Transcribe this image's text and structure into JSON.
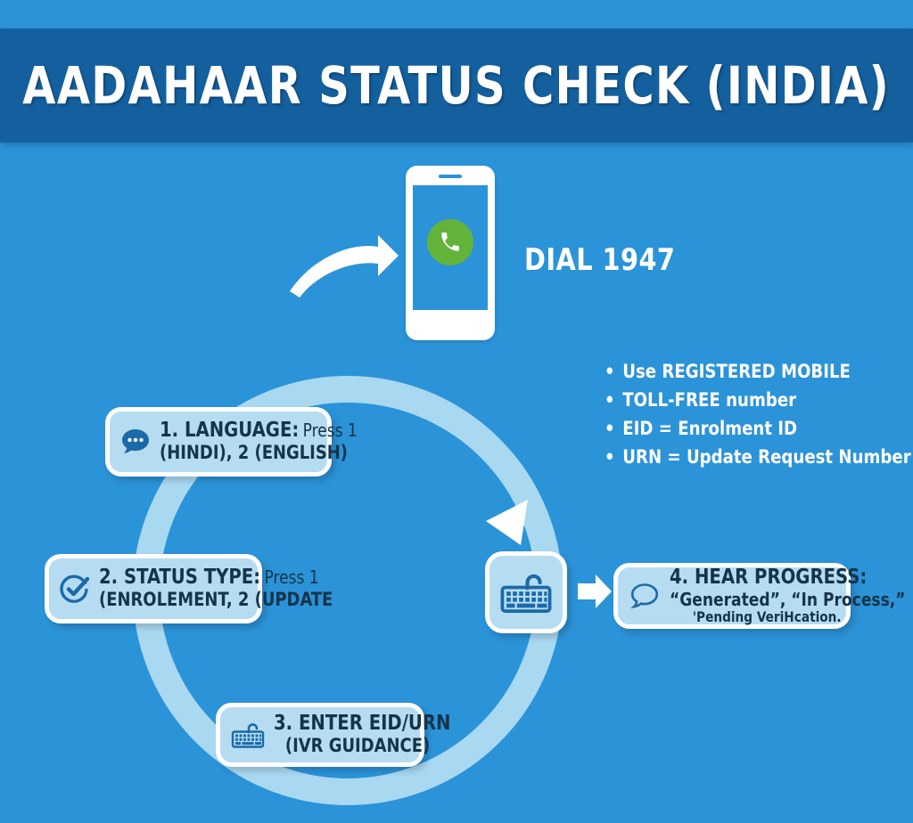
{
  "header": {
    "title": "AADAHAAR STATUS CHECK (INDIA)",
    "band_color": "#14609f"
  },
  "background": {
    "page_color": "#2b93d8",
    "ring_color": "#a9d8f1",
    "card_fill": "#b6dcf2",
    "card_border": "#ffffff",
    "text_color": "#15344b",
    "accent_green": "#63b33b",
    "icon_blue": "#1a6aa8"
  },
  "phone": {
    "icon": "phone-call-icon",
    "dial_label": "DIAL 1947"
  },
  "arrow_to_phone": {
    "icon": "curved-arrow-icon"
  },
  "flow_arrowhead": {
    "icon": "triangle-arrow-icon"
  },
  "keyboard_tile": {
    "icon": "keyboard-icon"
  },
  "arrow_to_step4": {
    "icon": "right-arrow-icon"
  },
  "notes": {
    "bullet": "•",
    "items": [
      "Use REGISTERED MOBILE",
      "TOLL-FREE number",
      "EID = Enrolment ID",
      "URN = Update Request Number"
    ]
  },
  "steps": [
    {
      "id": "step-1-language",
      "icon": "speech-bubble-dots-icon",
      "line1_bold": "1. LANGUAGE:",
      "line1_rest": "Press 1",
      "line2": "(HINDI), 2 (ENGLISH)"
    },
    {
      "id": "step-2-status-type",
      "icon": "check-circle-icon",
      "line1_bold": "2. STATUS TYPE:",
      "line1_rest": "Press 1",
      "line2": "(ENROLEMENT, 2 (UPDATE"
    },
    {
      "id": "step-3-enter-eid-urn",
      "icon": "keyboard-icon",
      "line1_bold": "3. ENTER EID/URN",
      "line2": "(IVR GUIDANCE)"
    },
    {
      "id": "step-4-hear-progress",
      "icon": "speech-bubble-outline-icon",
      "line1_bold": "4. HEAR PROGRESS:",
      "line2": "“Generated”, “In Process,”",
      "line3": "'Pending VeriHcation."
    }
  ]
}
